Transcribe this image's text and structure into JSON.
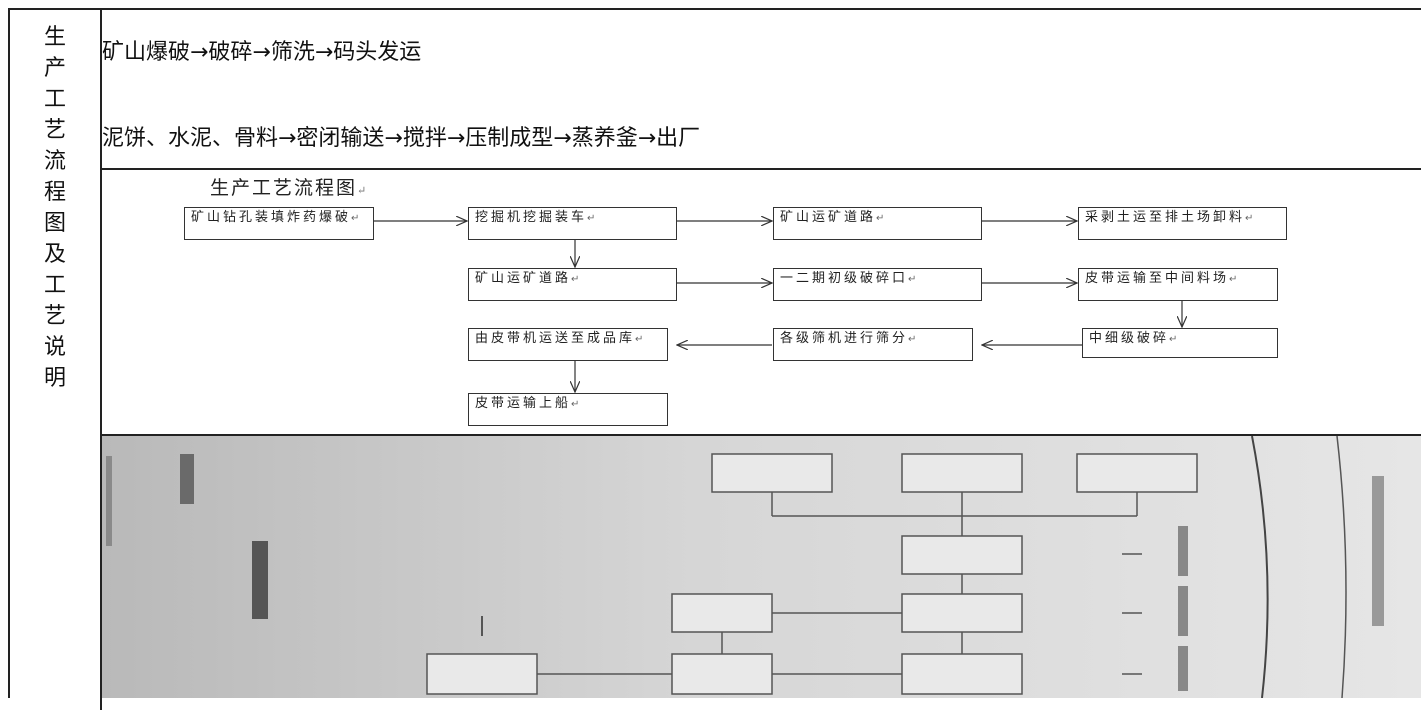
{
  "left_header": {
    "chars": [
      "生",
      "产",
      "工",
      "艺",
      "流",
      "程",
      "图",
      "及",
      "工",
      "艺",
      "说",
      "明"
    ]
  },
  "text_section": {
    "line1": "矿山爆破→破碎→筛洗→码头发运",
    "line2": "泥饼、水泥、骨料→密闭输送→搅拌→压制成型→蒸养釜→出厂"
  },
  "flowchart": {
    "title": "生产工艺流程图",
    "return_mark": "↵",
    "boxes": {
      "b1": "矿山钻孔装填炸药爆破",
      "b2": "挖掘机挖掘装车",
      "b3": "矿山运矿道路",
      "b4": "采剥土运至排土场卸料",
      "b5": "矿山运矿道路",
      "b6": "一二期初级破碎口",
      "b7": "皮带运输至中间料场",
      "b8": "由皮带机运送至成品库",
      "b9": "各级筛机进行筛分",
      "b10": "中细级破碎",
      "b11": "皮带运输上船"
    }
  }
}
